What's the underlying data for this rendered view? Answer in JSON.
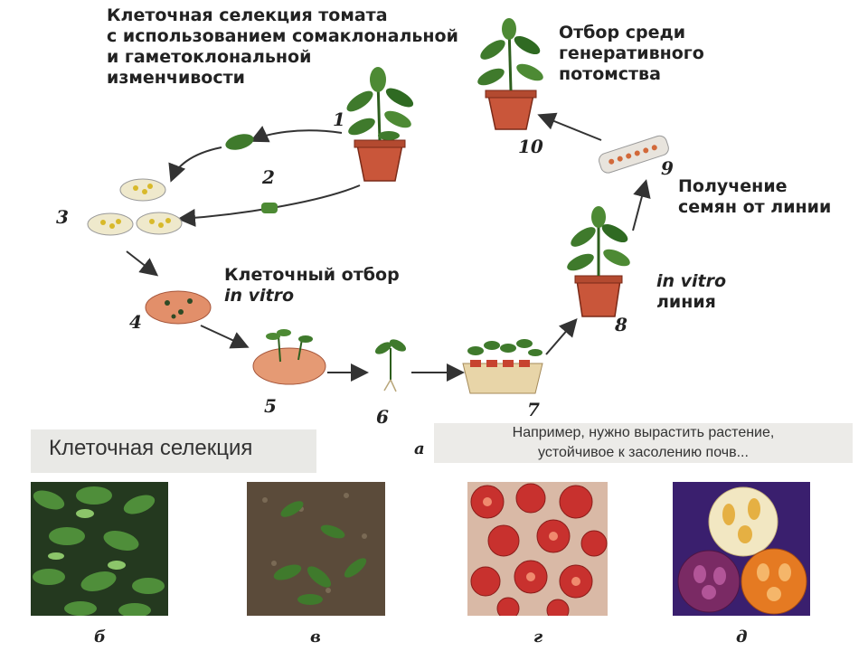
{
  "diagram": {
    "title_lines": [
      "Клеточная селекция томата",
      "с использованием сомаклональной",
      "и гаметоклональной",
      "изменчивости"
    ],
    "label_top_right": [
      "Отбор среди",
      "генеративного",
      "потомства"
    ],
    "label_seeds": [
      "Получение",
      "семян от линии"
    ],
    "label_cell": [
      "Клеточный отбор",
      "in vitro"
    ],
    "label_line": [
      "in vitro",
      "линия"
    ],
    "steps": [
      "1",
      "2",
      "3",
      "4",
      "5",
      "6",
      "7",
      "8",
      "9",
      "10"
    ],
    "figure_letter": "а"
  },
  "banner": {
    "text": "Клеточная селекция"
  },
  "note": {
    "lines": [
      "Например, нужно вырастить растение,",
      "устойчивое к засолению почв..."
    ]
  },
  "photos": {
    "letters": [
      "б",
      "в",
      "г",
      "д"
    ],
    "colors": {
      "leaf": "#3f7a2c",
      "soil": "#5b4b3a",
      "tomato": "#c8312e",
      "purple": "#3a1f6e",
      "orange": "#e57a22",
      "pot": "#c9563a"
    }
  }
}
